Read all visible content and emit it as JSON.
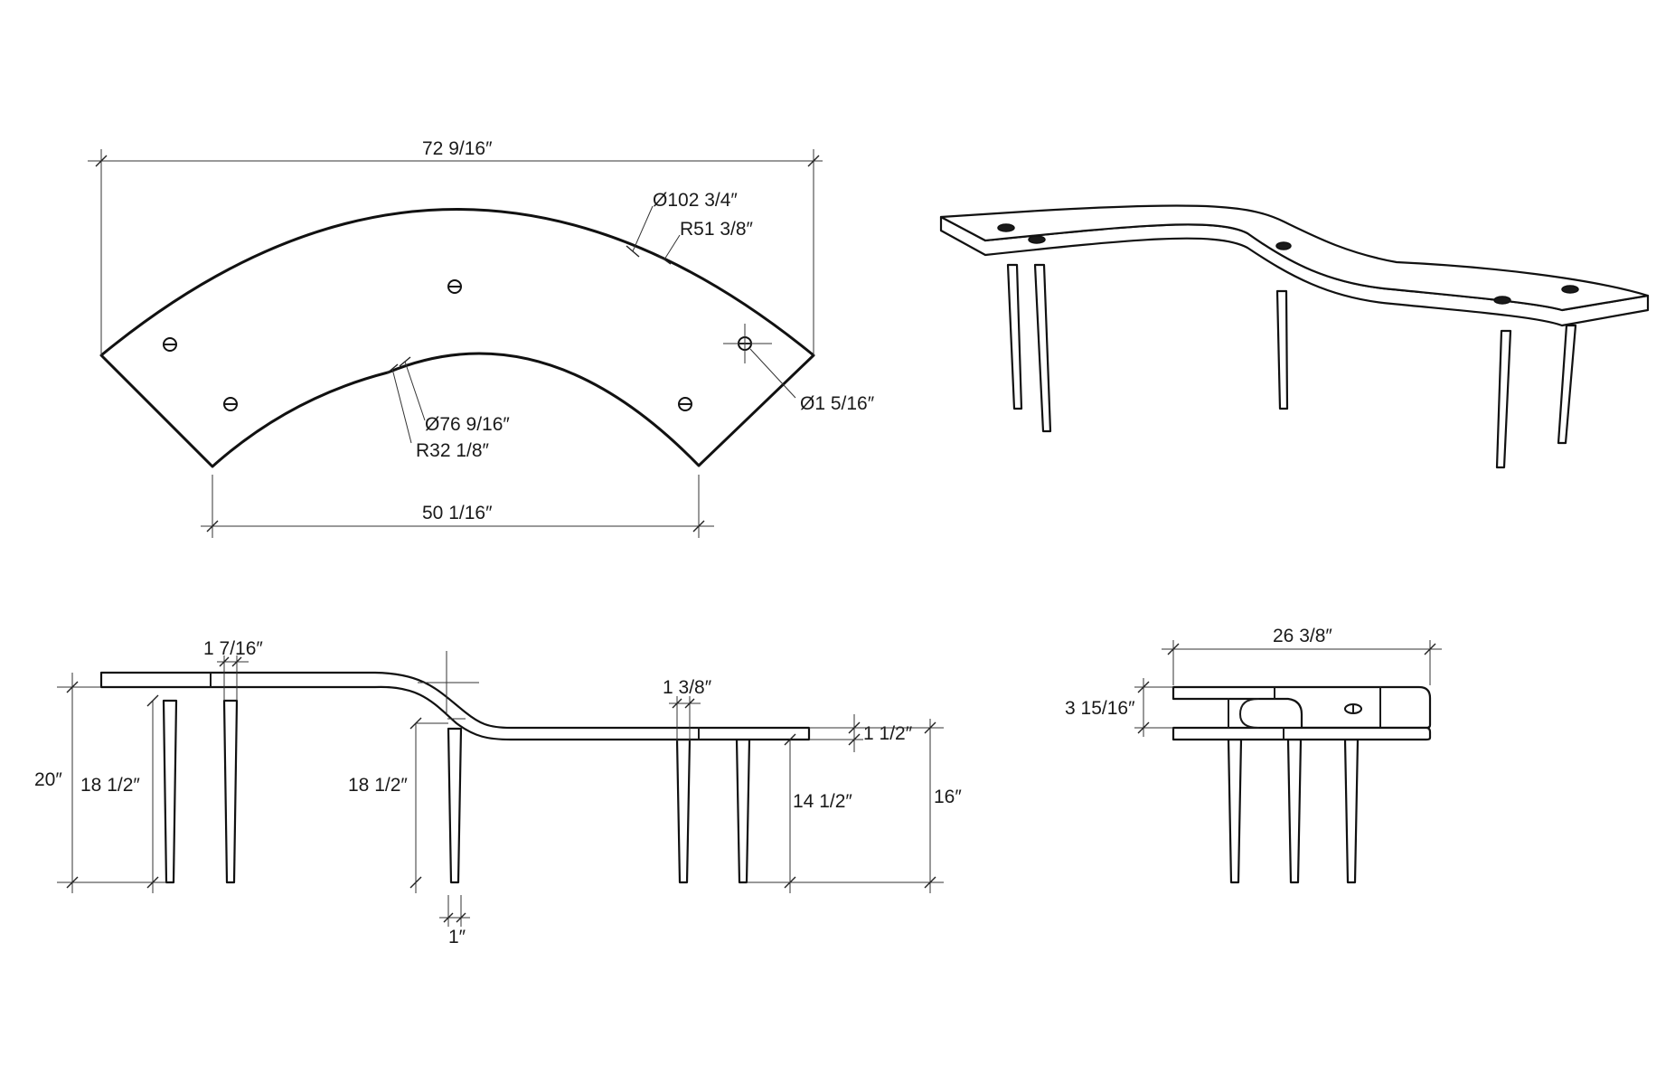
{
  "top_view": {
    "overall_width": "72 9/16″",
    "outer_diameter": "Ø102 3/4″",
    "outer_radius": "R51 3/8″",
    "inner_diameter": "Ø76 9/16″",
    "inner_radius": "R32 1/8″",
    "hole_diameter": "Ø1 5/16″",
    "bottom_width": "50 1/16″"
  },
  "front_view": {
    "top_thickness": "1 7/16″",
    "overall_height": "20″",
    "left_leg_height": "18 1/2″",
    "middle_leg_height": "18 1/2″",
    "lower_top_thickness": "1 3/8″",
    "step_thickness": "1 1/2″",
    "right_leg_height": "14 1/2″",
    "low_height": "16″",
    "leg_diameter": "1″"
  },
  "side_view": {
    "depth": "26 3/8″",
    "gap": "3 15/16″"
  }
}
